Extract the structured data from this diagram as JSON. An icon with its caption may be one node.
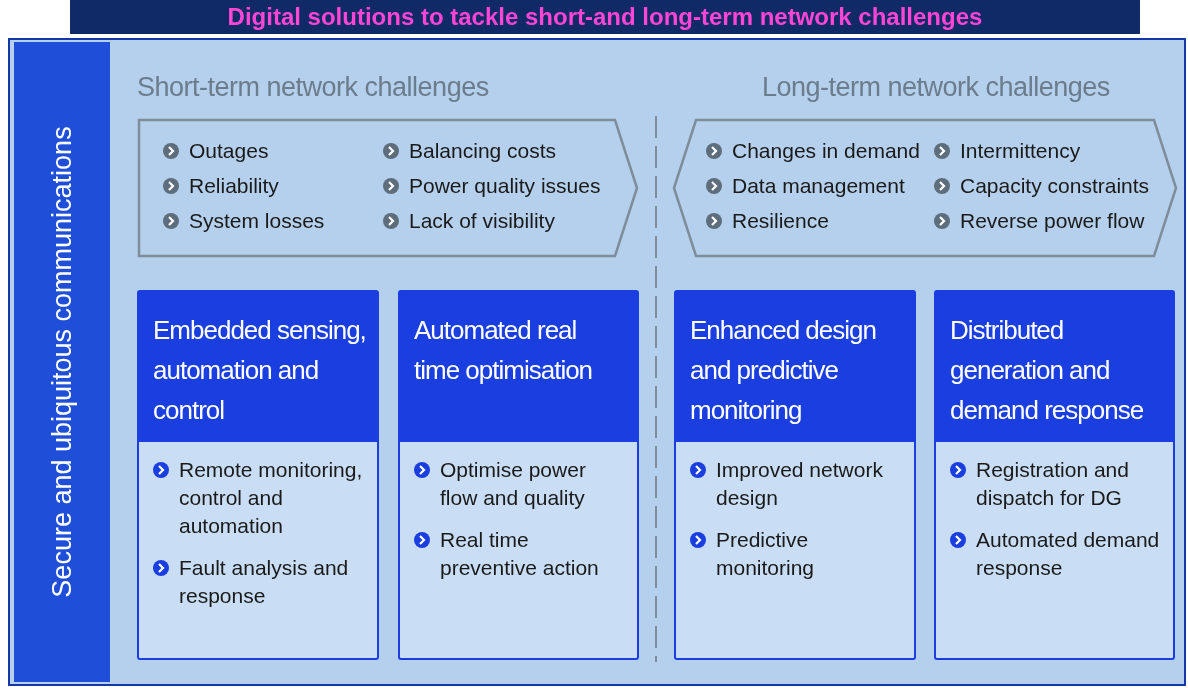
{
  "diagram": {
    "title": "Digital solutions to tackle short-and long-term network challenges",
    "nodes": [
      {
        "text": [
          "Secure and ubiquitous communications"
        ]
      },
      {
        "text": [
          "Short-term network challenges",
          "Outages",
          "Reliability",
          "System losses",
          "Balancing costs",
          "Power quality issues",
          "Lack of visibility"
        ]
      },
      {
        "text": [
          "Long-term network challenges",
          "Changes in demand",
          "Data management",
          "Resilience",
          "Intermittency",
          "Capacity constraints",
          "Reverse power flow"
        ]
      },
      {
        "text": [
          "Embedded sensing, automation and control",
          "Remote monitoring, control and automation",
          "Fault analysis and response"
        ]
      },
      {
        "text": [
          "Automated real time optimisation",
          "Optimise power flow and quality",
          "Real time preventive action"
        ]
      },
      {
        "text": [
          "Enhanced design and predictive monitoring",
          "Improved network design",
          "Predictive monitoring"
        ]
      },
      {
        "text": [
          "Distributed generation and demand response",
          "Registration and dispatch for DG",
          "Automated demand response"
        ]
      }
    ],
    "edges": []
  }
}
